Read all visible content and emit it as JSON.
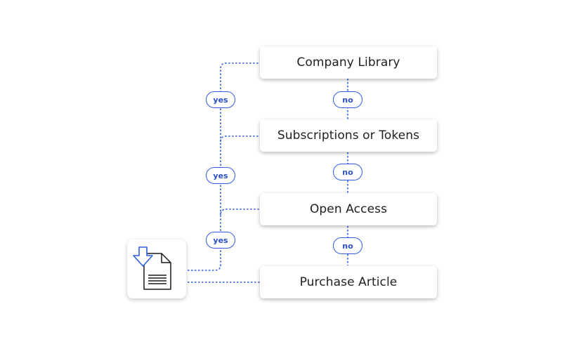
{
  "boxes": [
    {
      "label": "Company Library"
    },
    {
      "label": "Subscriptions or Tokens"
    },
    {
      "label": "Open Access"
    },
    {
      "label": "Purchase Article"
    }
  ],
  "yes_labels": [
    "yes",
    "yes",
    "yes"
  ],
  "no_labels": [
    "no",
    "no",
    "no"
  ],
  "icon": "download-document-icon",
  "colors": {
    "connector": "#2f5fe0",
    "pill_border": "#2f5fe0",
    "pill_text": "#2a4fc0",
    "box_text": "#1f1f1f",
    "icon_arrow": "#2f5fe0",
    "icon_stroke": "#1a1a1a"
  }
}
